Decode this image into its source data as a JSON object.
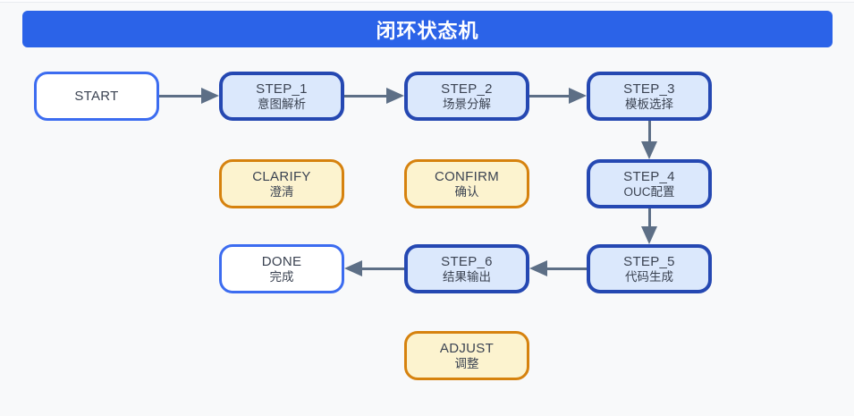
{
  "header": {
    "title": "闭环状态机"
  },
  "colors": {
    "header_bg": "#2b63e8",
    "terminal_border": "#3c6cf0",
    "terminal_fill": "#ffffff",
    "step_border": "#2548b2",
    "step_fill": "#dbe8fc",
    "decision_border": "#d6820e",
    "decision_fill": "#fcf3cf",
    "arrow": "#5d6f86",
    "text": "#3b4352",
    "canvas_bg": "#f8f9fa"
  },
  "nodes": [
    {
      "id": "start",
      "label": "START",
      "sublabel": "",
      "type": "terminal"
    },
    {
      "id": "step1",
      "label": "STEP_1",
      "sublabel": "意图解析",
      "type": "step"
    },
    {
      "id": "step2",
      "label": "STEP_2",
      "sublabel": "场景分解",
      "type": "step"
    },
    {
      "id": "step3",
      "label": "STEP_3",
      "sublabel": "模板选择",
      "type": "step"
    },
    {
      "id": "clarify",
      "label": "CLARIFY",
      "sublabel": "澄清",
      "type": "decision"
    },
    {
      "id": "confirm",
      "label": "CONFIRM",
      "sublabel": "确认",
      "type": "decision"
    },
    {
      "id": "step4",
      "label": "STEP_4",
      "sublabel": "OUC配置",
      "type": "step"
    },
    {
      "id": "done",
      "label": "DONE",
      "sublabel": "完成",
      "type": "terminal"
    },
    {
      "id": "step6",
      "label": "STEP_6",
      "sublabel": "结果输出",
      "type": "step"
    },
    {
      "id": "step5",
      "label": "STEP_5",
      "sublabel": "代码生成",
      "type": "step"
    },
    {
      "id": "adjust",
      "label": "ADJUST",
      "sublabel": "调整",
      "type": "decision"
    }
  ],
  "edges": [
    {
      "from": "START",
      "to": "STEP_1",
      "direction": "right"
    },
    {
      "from": "STEP_1",
      "to": "STEP_2",
      "direction": "right"
    },
    {
      "from": "STEP_2",
      "to": "STEP_3",
      "direction": "right"
    },
    {
      "from": "STEP_3",
      "to": "STEP_4",
      "direction": "down"
    },
    {
      "from": "STEP_4",
      "to": "STEP_5",
      "direction": "down"
    },
    {
      "from": "STEP_5",
      "to": "STEP_6",
      "direction": "left"
    },
    {
      "from": "STEP_6",
      "to": "DONE",
      "direction": "left"
    }
  ]
}
